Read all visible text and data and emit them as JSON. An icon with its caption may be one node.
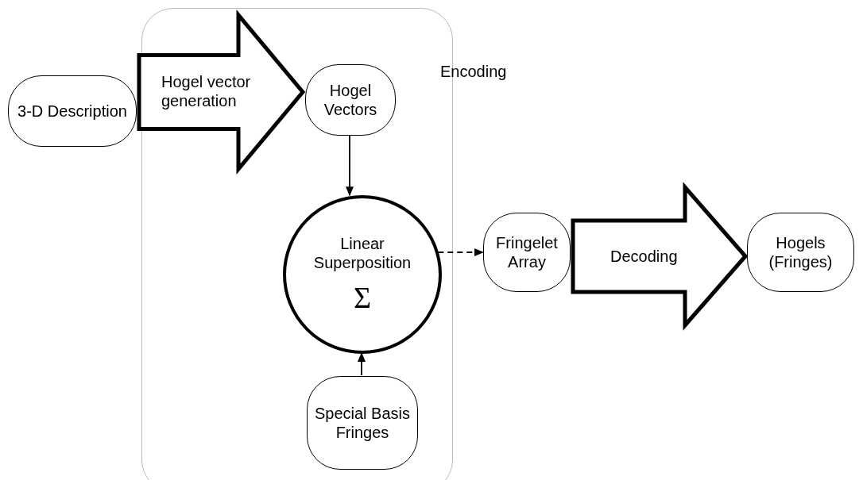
{
  "diagram": {
    "nodes": [
      {
        "text": [
          "Encoding"
        ]
      },
      {
        "text": [
          "3-D Description"
        ]
      },
      {
        "text": [
          "Hogel Vectors"
        ],
        "in": 0
      },
      {
        "text": [
          "Linear Superposition",
          "Σ"
        ],
        "in": 0
      },
      {
        "text": [
          "Special Basis Fringes"
        ],
        "in": 0
      },
      {
        "text": [
          "Fringelet Array"
        ]
      },
      {
        "text": [
          "Hogels (Fringes)"
        ]
      }
    ],
    "edges": [
      {
        "from": 1,
        "to": 2,
        "arrow": "to",
        "label": "Hogel vector generation",
        "style": "thick"
      },
      {
        "from": 2,
        "to": 3,
        "arrow": "to"
      },
      {
        "from": 4,
        "to": 3,
        "arrow": "to"
      },
      {
        "from": 3,
        "to": 5,
        "arrow": "to",
        "style": "dashed"
      },
      {
        "from": 5,
        "to": 6,
        "arrow": "to",
        "label": "Decoding",
        "style": "thick"
      }
    ]
  }
}
